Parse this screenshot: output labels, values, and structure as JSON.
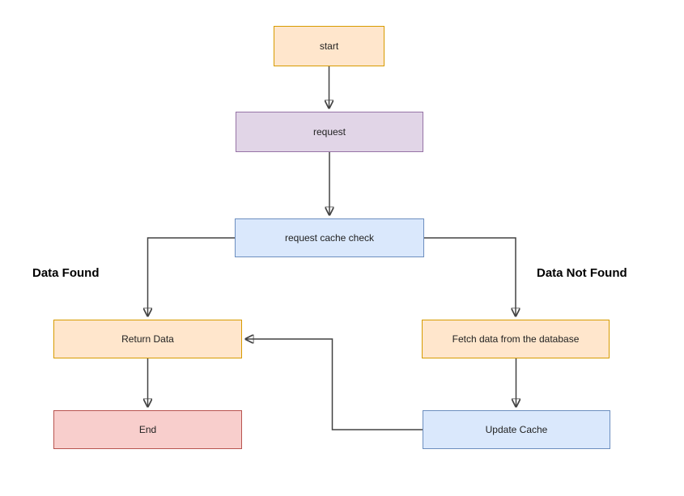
{
  "diagram": {
    "type": "flowchart",
    "nodes": [
      {
        "id": "start",
        "label": "start",
        "fill": "#ffe6cc",
        "stroke": "#d79b00"
      },
      {
        "id": "request",
        "label": "request",
        "fill": "#e1d5e7",
        "stroke": "#9673a6"
      },
      {
        "id": "request-cache-check",
        "label": "request cache check",
        "fill": "#dae8fc",
        "stroke": "#6c8ebf"
      },
      {
        "id": "return-data",
        "label": "Return Data",
        "fill": "#ffe6cc",
        "stroke": "#d79b00"
      },
      {
        "id": "fetch-data",
        "label": "Fetch data from the database",
        "fill": "#ffe6cc",
        "stroke": "#d79b00"
      },
      {
        "id": "end",
        "label": "End",
        "fill": "#f8cecc",
        "stroke": "#b85450"
      },
      {
        "id": "update-cache",
        "label": "Update Cache",
        "fill": "#dae8fc",
        "stroke": "#6c8ebf"
      }
    ],
    "edge_labels": [
      {
        "id": "data-found",
        "text": "Data Found"
      },
      {
        "id": "data-not-found",
        "text": "Data Not Found"
      }
    ],
    "edges": [
      {
        "from": "start",
        "to": "request"
      },
      {
        "from": "request",
        "to": "request-cache-check"
      },
      {
        "from": "request-cache-check",
        "to": "return-data",
        "label": "Data Found"
      },
      {
        "from": "request-cache-check",
        "to": "fetch-data",
        "label": "Data Not Found"
      },
      {
        "from": "return-data",
        "to": "end"
      },
      {
        "from": "fetch-data",
        "to": "update-cache"
      },
      {
        "from": "update-cache",
        "to": "return-data"
      }
    ],
    "colors": {
      "connector": "#424242",
      "background": "#ffffff",
      "node_text": "#1f1f1f",
      "edge_label_text": "#000000"
    }
  }
}
